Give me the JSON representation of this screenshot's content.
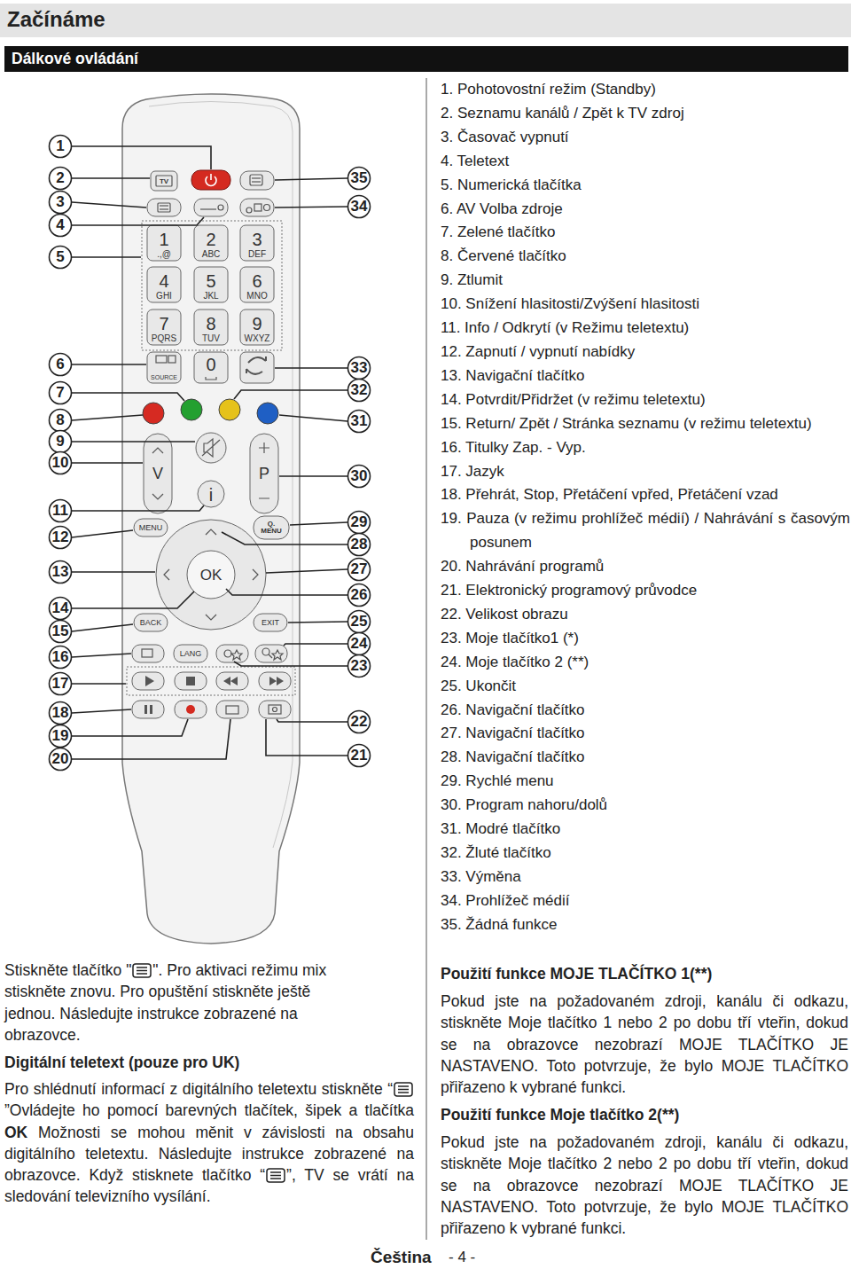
{
  "diagram": {
    "title": "Začínáme",
    "nodes": [
      {
        "text": [
          "Dálkové ovládání"
        ]
      }
    ],
    "labels": [
      "1",
      "2",
      "3",
      "4",
      "5",
      "6",
      "7",
      "8",
      "9",
      "10",
      "11",
      "12",
      "13",
      "14",
      "15",
      "16",
      "17",
      "18",
      "19",
      "20",
      "35",
      "34",
      "33",
      "32",
      "31",
      "30",
      "29",
      "28",
      "27",
      "26",
      "25",
      "24",
      "23",
      "22",
      "21",
      "TV",
      "1",
      ".,@",
      "2",
      "ABC",
      "3",
      "DEF",
      "4",
      "GHI",
      "5",
      "JKL",
      "6",
      "MNO",
      "7",
      "PQRS",
      "8",
      "TUV",
      "9",
      "WXYZ",
      "0",
      "SOURCE",
      "V",
      "P",
      "i",
      "MENU",
      "Q. MENU",
      "OK",
      "BACK",
      "EXIT",
      "LANG",
      "1. Pohotovostní režim (Standby)",
      "2. Seznamu kanálů / Zpět k TV zdroj",
      "3. Časovač vypnutí",
      "4. Teletext",
      "5. Numerická tlačítka",
      "6. AV Volba zdroje",
      "7. Zelené tlačítko",
      "8. Červené tlačítko",
      "9. Ztlumit",
      "10. Snížení hlasitosti/Zvýšení hlasitosti",
      "11. Info / Odkrytí (v Režimu teletextu)",
      "12. Zapnutí / vypnutí nabídky",
      "13. Navigační tlačítko",
      "14. Potvrdit/Přidržet (v režimu teletextu)",
      "15. Return/ Zpět / Stránka seznamu (v režimu teletextu)",
      "16. Titulky Zap. - Vyp.",
      "17. Jazyk",
      "18. Přehrát, Stop, Přetáčení vpřed, Přetáčení vzad",
      "19. Pauza (v režimu prohlížeč médií) / Nahrávání s časovým posunem",
      "20. Nahrávání programů",
      "21. Elektronický programový průvodce",
      "22. Velikost obrazu",
      "23. Moje tlačítko1 (*)",
      "24. Moje tlačítko 2 (**)",
      "25. Ukončit",
      "26. Navigační tlačítko",
      "27. Navigační tlačítko",
      "28. Navigační tlačítko",
      "29. Rychlé menu",
      "30. Program nahoru/dolů",
      "31. Modré tlačítko",
      "32. Žluté tlačítko",
      "33. Výměna",
      "34. Prohlížeč médií",
      "35. Žádná funkce",
      "Stiskněte tlačítko \"",
      "\". Pro aktivaci režimu mix stiskněte znovu. Pro opuštění stiskněte ještě jednou. Následujte instrukce zobrazené na obrazovce.",
      "Digitální teletext (pouze pro UK)",
      "Pro shlédnutí informací z digitálního teletextu stiskněte “",
      "”Ovládejte ho pomocí barevných tlačítek, šipek a tlačítka ",
      "OK",
      " Možnosti se mohou měnit v závislosti na obsahu digitálního teletextu. Následujte instrukce zobrazené na obrazovce. Když stisknete tlačítko “",
      "”, TV se vrátí na sledování televizního vysílání.",
      "Použití funkce MOJE TLAČÍTKO 1(**)",
      "Pokud jste na požadovaném zdroji, kanálu či odkazu, stiskněte Moje tlačítko 1 nebo 2 po dobu tří vteřin, dokud se na obrazovce nezobrazí MOJE TLAČÍTKO JE NASTAVENO. Toto potvrzuje, že bylo MOJE TLAČÍTKO přiřazeno k vybrané funkci.",
      "Použití funkce Moje tlačítko 2(**)",
      "Pokud jste na požadovaném zdroji, kanálu či odkazu, stiskněte Moje tlačítko 2 nebo 2 po dobu tří vteřin, dokud se na obrazovce nezobrazí MOJE TLAČÍTKO JE NASTAVENO. Toto potvrzuje, že bylo MOJE TLAČÍTKO přiřazeno k vybrané funkci.",
      "Čeština",
      "- 4 -"
    ]
  }
}
